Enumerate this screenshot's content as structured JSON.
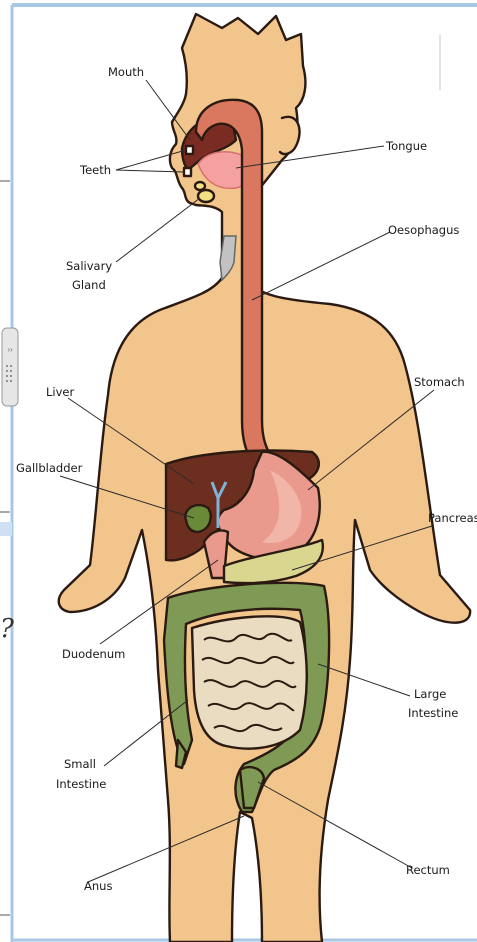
{
  "labels": {
    "mouth": "Mouth",
    "tongue": "Tongue",
    "teeth": "Teeth",
    "oesophagus": "Oesophagus",
    "salivary_gland_line1": "Salivary",
    "salivary_gland_line2": "Gland",
    "liver": "Liver",
    "stomach": "Stomach",
    "gallbladder": "Gallbladder",
    "pancreas": "Pancreas",
    "duodenum": "Duodenum",
    "large_intestine_line1": "Large",
    "large_intestine_line2": "Intestine",
    "small_intestine_line1": "Small",
    "small_intestine_line2": "Intestine",
    "anus": "Anus",
    "rectum": "Rectum"
  },
  "edge_glyph": "?",
  "colors": {
    "skin": "#f2c58c",
    "outline": "#2a1a12",
    "oesophagus": "#d9785e",
    "mouth_pink": "#f5a1a1",
    "liver": "#6b2e1f",
    "stomach": "#e99a8d",
    "gallbladder": "#6a8a3a",
    "pancreas": "#d9d68f",
    "large_intestine": "#7f9a55",
    "small_intestine": "#eadcc0",
    "frame_border": "#a7c7e6"
  }
}
